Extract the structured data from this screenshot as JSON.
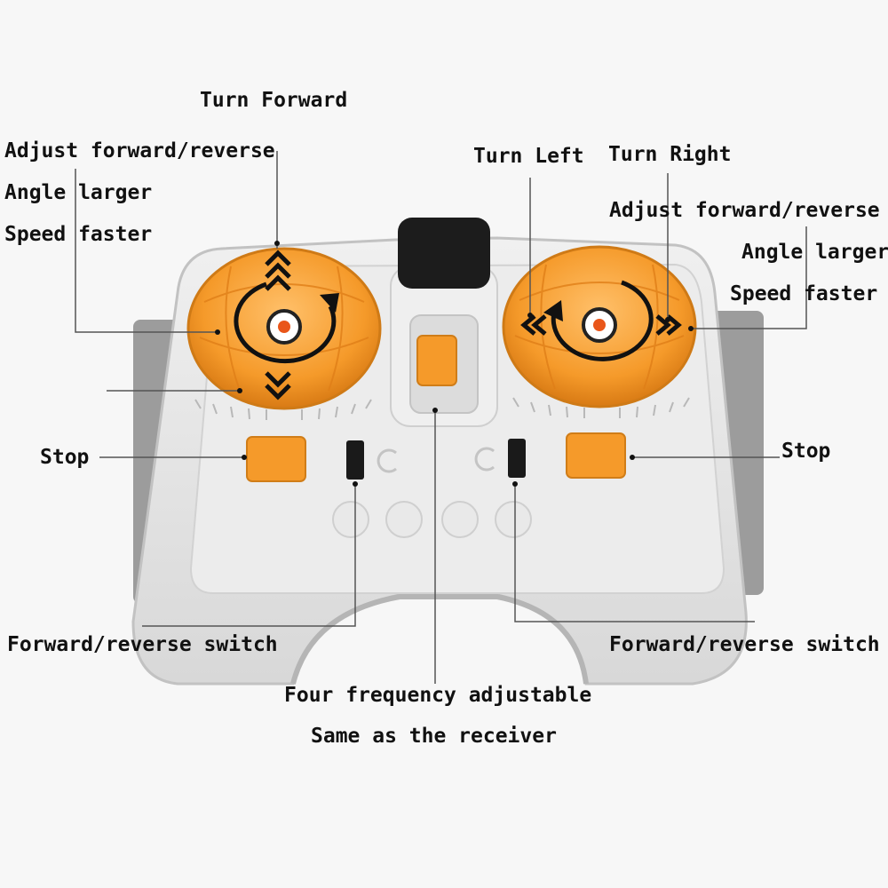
{
  "labels": {
    "turn_forward": "Turn Forward",
    "left_adjust": "Adjust forward/reverse",
    "left_angle": "Angle larger",
    "left_speed": "Speed faster",
    "turn_left": "Turn Left",
    "turn_right": "Turn Right",
    "right_adjust": "Adjust forward/reverse",
    "right_angle": "Angle larger",
    "right_speed": "Speed faster",
    "stop_left": "Stop",
    "stop_right": "Stop",
    "switch_left": "Forward/reverse switch",
    "switch_right": "Forward/reverse switch",
    "frequency": "Four frequency adjustable",
    "same_receiver": "Same as the receiver"
  },
  "colors": {
    "background": "#f7f7f7",
    "body": "#e6e6e6",
    "body_shadow": "#c9c9c9",
    "side_grip": "#9a9a9a",
    "dial": "#f59a2a",
    "dial_light": "#ffb65a",
    "leader_line": "#555555",
    "ink": "#111111"
  },
  "icons": [
    "double-chevron-up-icon",
    "double-chevron-down-icon",
    "double-chevron-left-icon",
    "double-chevron-right-icon",
    "circular-arrow-clockwise-icon",
    "circular-arrow-counterclockwise-icon"
  ]
}
